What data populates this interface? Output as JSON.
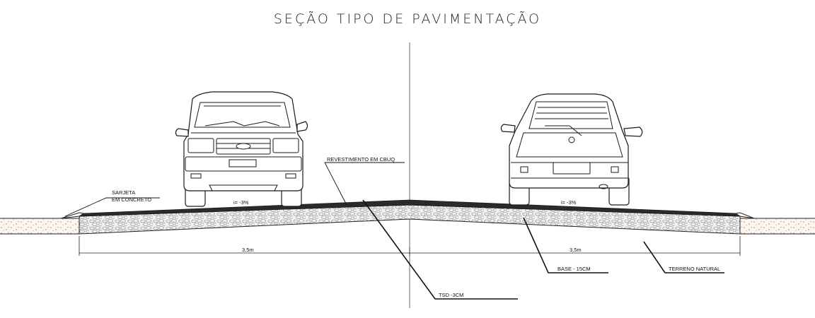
{
  "title": "SEÇÃO TIPO DE PAVIMENTAÇÃO",
  "labels": {
    "sarjeta_line1": "SARJETA",
    "sarjeta_line2": "EM CONCRETO",
    "revestimento": "REVESTIMENTO EM CBUQ",
    "slope_left": "i= -3%",
    "slope_right": "i= -3%",
    "width_left": "3,5m",
    "width_right": "3,5m",
    "tsd": "TSD -3CM",
    "base": "BASE - 15CM",
    "terreno": "TERRENO NATURAL"
  },
  "colors": {
    "asphalt": "#2b2b2b",
    "base_fill": "#ececec",
    "soil": "#c9a57a",
    "line": "#1a1a1a"
  },
  "icons": [
    "pickup-truck-front-icon",
    "hatchback-car-rear-icon"
  ]
}
